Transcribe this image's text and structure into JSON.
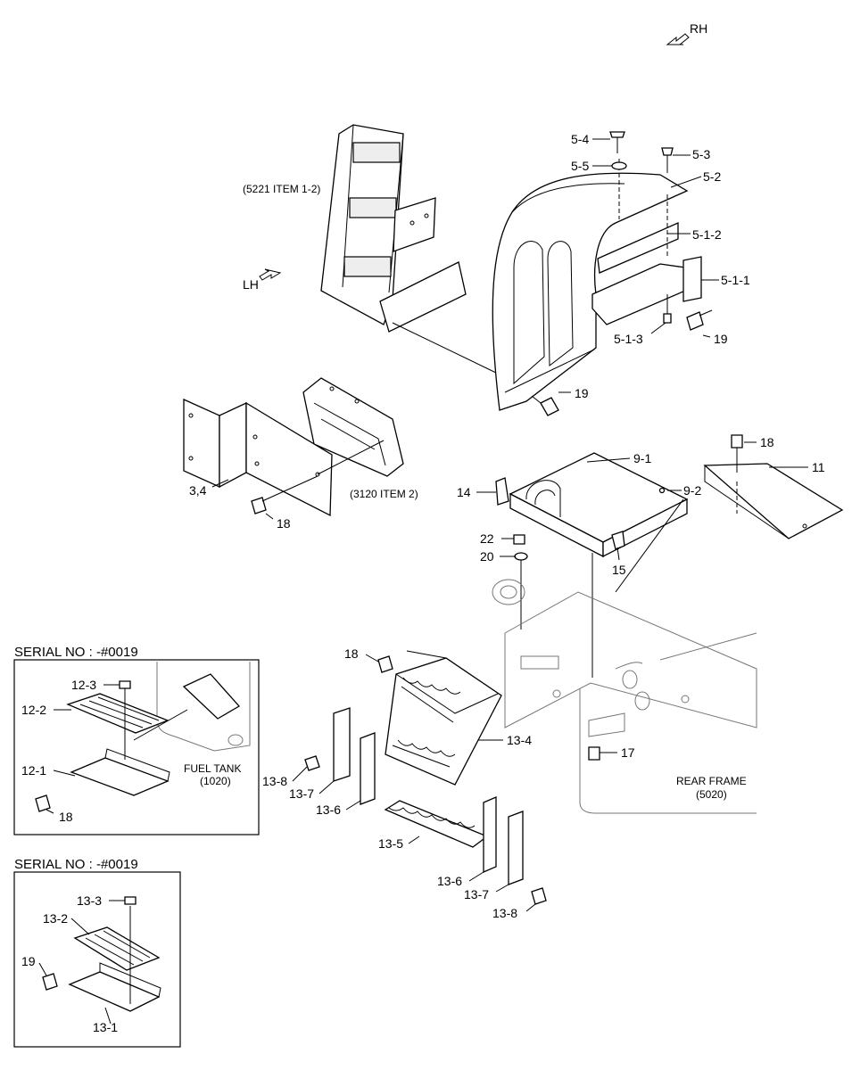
{
  "orientation": {
    "rh": "RH",
    "lh": "LH"
  },
  "references": {
    "ladder_ref": "(5221 ITEM 1-2)",
    "bracket_ref": "(3120 ITEM 2)",
    "fuel_tank": "FUEL TANK",
    "fuel_tank_code": "(1020)",
    "rear_frame": "REAR FRAME",
    "rear_frame_code": "(5020)"
  },
  "insets": {
    "top_serial": "SERIAL NO : -#0019",
    "bottom_serial": "SERIAL NO : -#0019"
  },
  "callouts": {
    "p5_4": "5-4",
    "p5_5": "5-5",
    "p5_3": "5-3",
    "p5_2": "5-2",
    "p5_1_2": "5-1-2",
    "p5_1_1": "5-1-1",
    "p5_1_3": "5-1-3",
    "p19_a": "19",
    "p19_b": "19",
    "p19_c": "19",
    "p3_4": "3,4",
    "p18_a": "18",
    "p18_b": "18",
    "p18_c": "18",
    "p18_d": "18",
    "p9_1": "9-1",
    "p9_2": "9-2",
    "p11": "11",
    "p14": "14",
    "p15": "15",
    "p22": "22",
    "p20": "20",
    "p17": "17",
    "p13_4": "13-4",
    "p13_8_a": "13-8",
    "p13_7_a": "13-7",
    "p13_6_a": "13-6",
    "p13_5": "13-5",
    "p13_6_b": "13-6",
    "p13_7_b": "13-7",
    "p13_8_b": "13-8",
    "p12_3": "12-3",
    "p12_2": "12-2",
    "p12_1": "12-1",
    "p13_3": "13-3",
    "p13_2": "13-2",
    "p13_1": "13-1"
  }
}
